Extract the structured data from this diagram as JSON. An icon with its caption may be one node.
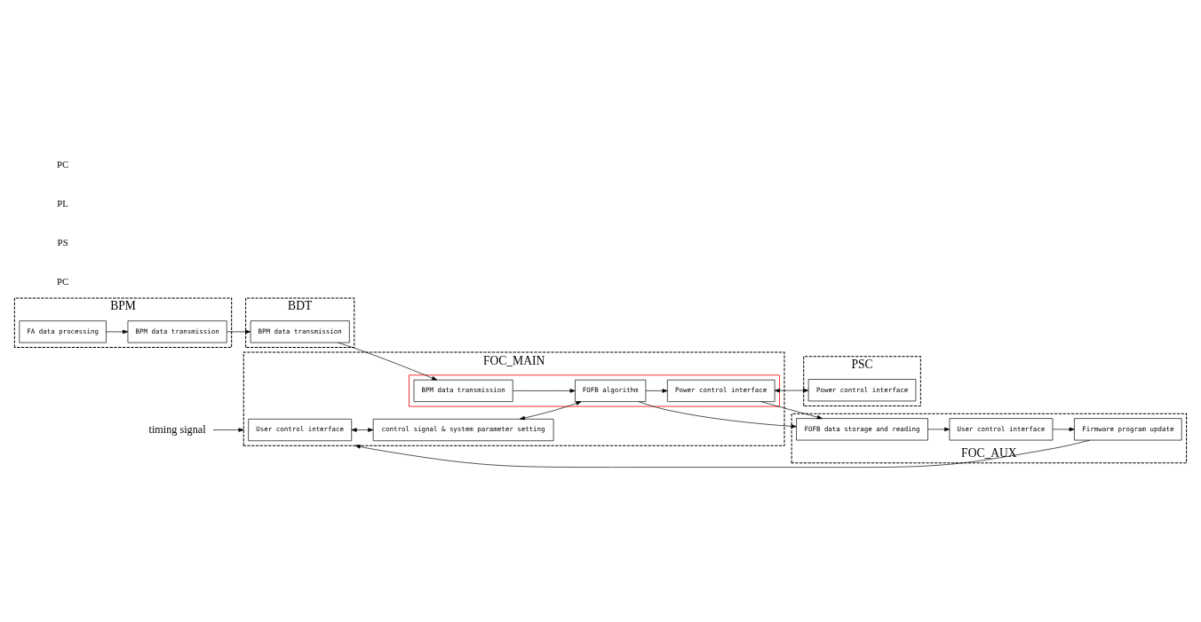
{
  "diagram": {
    "nodes": [
      {
        "text": [
          "FOC_MAIN"
        ]
      },
      {
        "text": [
          "User control interface"
        ],
        "in": 0
      },
      {
        "text": [
          "control signal & system parameter setting"
        ],
        "in": 0
      },
      {
        "text": [],
        "shape": "box",
        "in": 0
      },
      {
        "text": [
          "BPM data transmission"
        ],
        "in": 3
      },
      {
        "text": [
          "FOFB algorithm"
        ],
        "in": 3
      },
      {
        "text": [
          "Power control interface"
        ],
        "in": 3
      },
      {
        "text": [
          "BPM"
        ]
      },
      {
        "text": [
          "FA data processing"
        ],
        "in": 7
      },
      {
        "text": [
          "BPM data transmission"
        ],
        "in": 7
      },
      {
        "text": [
          "BDT"
        ]
      },
      {
        "text": [
          "BPM data transmission"
        ],
        "in": 10
      },
      {
        "text": [
          "PSC"
        ]
      },
      {
        "text": [
          "Power control interface"
        ],
        "in": 12
      },
      {
        "text": [
          "FOC_AUX"
        ]
      },
      {
        "text": [
          "Firmware program update"
        ],
        "in": 14
      },
      {
        "text": [
          "FOFB data storage and reading"
        ],
        "in": 14
      },
      {
        "text": [
          "User control interface"
        ],
        "in": 14
      },
      {
        "text": [
          "timing signal"
        ]
      }
    ],
    "edges": [
      {
        "from": 1,
        "to": 2,
        "arrow": "both"
      },
      {
        "from": 2,
        "to": 5,
        "arrow": "both"
      },
      {
        "from": 8,
        "to": 9,
        "arrow": "to"
      },
      {
        "from": 9,
        "to": 11,
        "arrow": "to"
      },
      {
        "from": 11,
        "to": 4,
        "arrow": "to"
      },
      {
        "from": 4,
        "to": 5,
        "arrow": "to"
      },
      {
        "from": 5,
        "to": 6,
        "arrow": "to"
      },
      {
        "from": 6,
        "to": 13,
        "arrow": "both"
      },
      {
        "from": 18,
        "to": 0,
        "arrow": "to"
      },
      {
        "from": 15,
        "to": 0,
        "arrow": "to"
      },
      {
        "from": 5,
        "to": 16,
        "arrow": "to"
      },
      {
        "from": 6,
        "to": 16,
        "arrow": "to"
      },
      {
        "from": 16,
        "to": 17,
        "arrow": "to"
      },
      {
        "from": 17,
        "to": 15,
        "arrow": "to"
      }
    ],
    "labels": [
      "PC",
      "PS",
      "PL",
      "PC"
    ]
  }
}
